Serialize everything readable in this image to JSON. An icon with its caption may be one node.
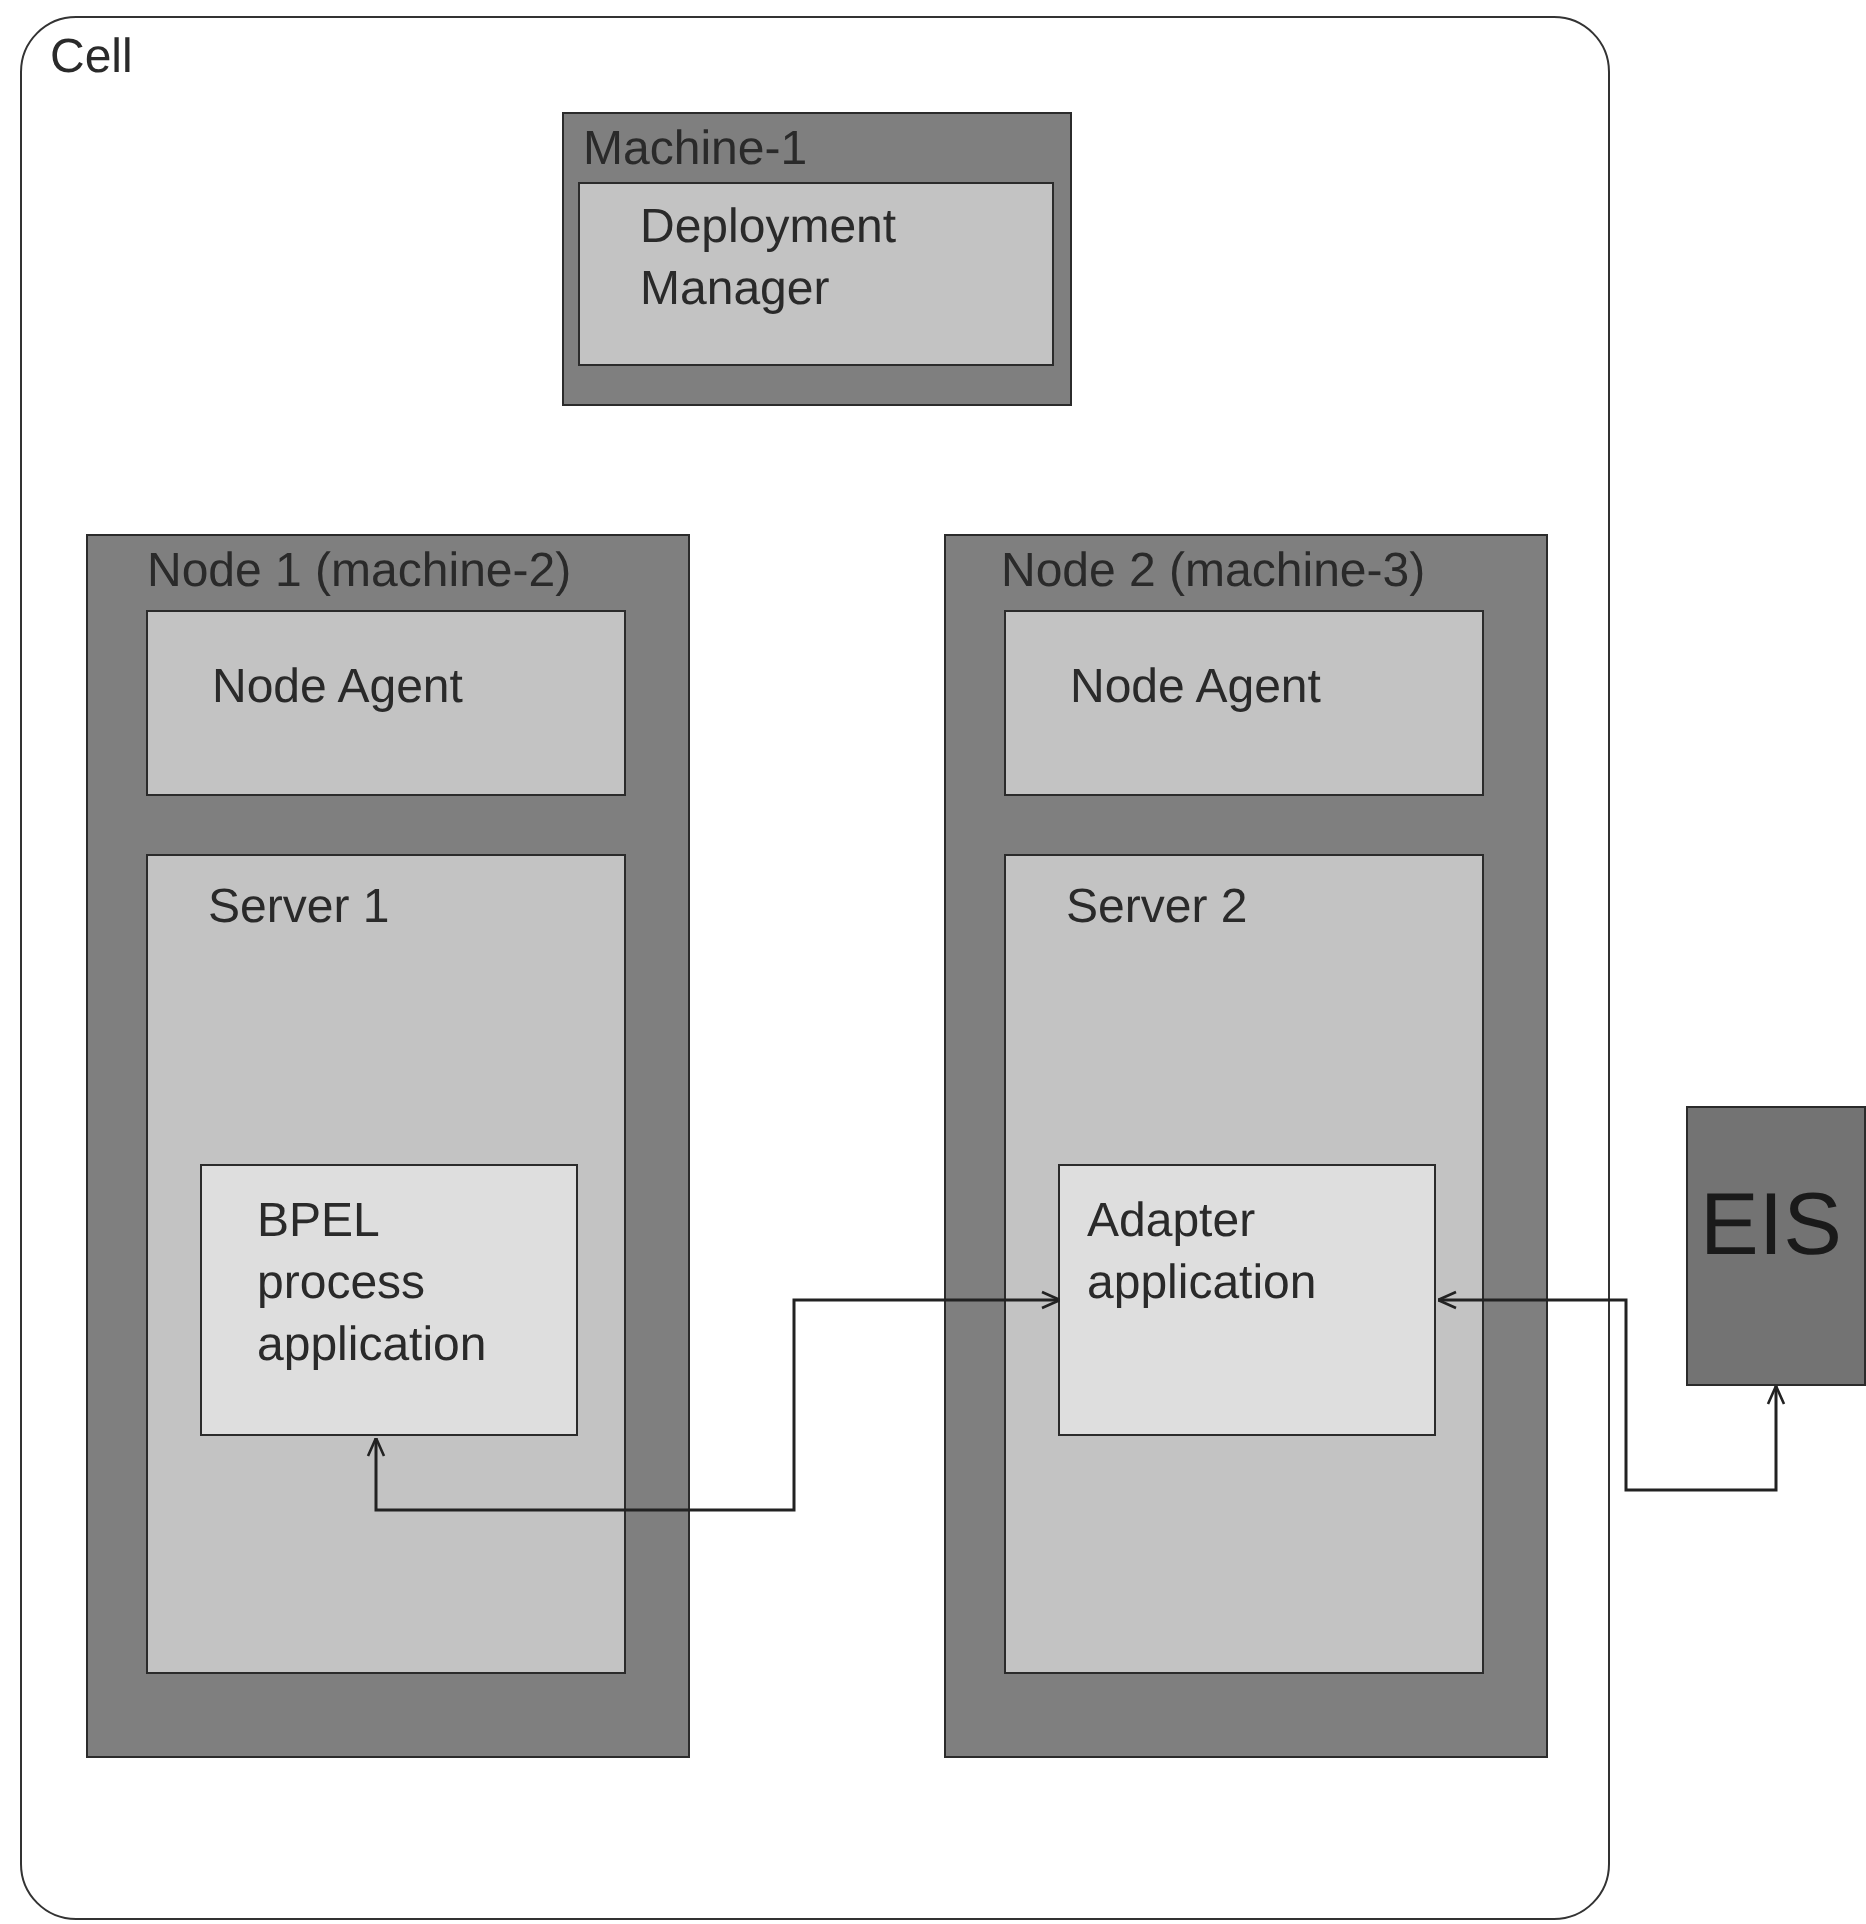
{
  "diagram": {
    "nodes": [
      {
        "text": [
          "Cell"
        ]
      },
      {
        "text": [
          "Machine-1"
        ],
        "in": 0
      },
      {
        "text": [
          "Deployment Manager"
        ],
        "in": 1
      },
      {
        "text": [
          "Node 1 (machine-2)"
        ],
        "in": 0
      },
      {
        "text": [
          "Node Agent"
        ],
        "in": 3
      },
      {
        "text": [
          "Server 1"
        ],
        "in": 3
      },
      {
        "text": [
          "BPEL process application"
        ],
        "in": 5
      },
      {
        "text": [
          "Node 2 (machine-3)"
        ],
        "in": 0
      },
      {
        "text": [
          "Node Agent"
        ],
        "in": 7
      },
      {
        "text": [
          "Server 2"
        ],
        "in": 7
      },
      {
        "text": [
          "Adapter application"
        ],
        "in": 9
      },
      {
        "text": [
          "EIS"
        ]
      }
    ],
    "edges": [
      {
        "from": 6,
        "to": 10,
        "arrow": "both"
      },
      {
        "from": 10,
        "to": 11,
        "arrow": "both"
      }
    ]
  }
}
